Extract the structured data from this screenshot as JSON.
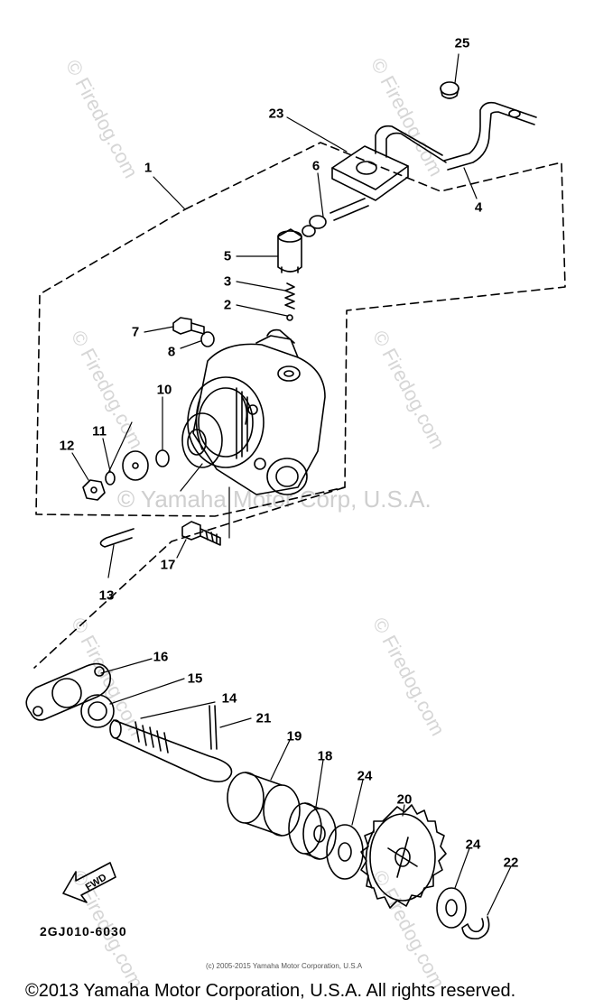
{
  "watermarks": {
    "site": "© Firedog.com",
    "company": "© Yamaha Motor Corp, U.S.A."
  },
  "callouts": [
    {
      "id": "1",
      "label": "1"
    },
    {
      "id": "2",
      "label": "2"
    },
    {
      "id": "3",
      "label": "3"
    },
    {
      "id": "4",
      "label": "4"
    },
    {
      "id": "5",
      "label": "5"
    },
    {
      "id": "6",
      "label": "6"
    },
    {
      "id": "7",
      "label": "7"
    },
    {
      "id": "8",
      "label": "8"
    },
    {
      "id": "10",
      "label": "10"
    },
    {
      "id": "11",
      "label": "11"
    },
    {
      "id": "12",
      "label": "12"
    },
    {
      "id": "13",
      "label": "13"
    },
    {
      "id": "14",
      "label": "14"
    },
    {
      "id": "15",
      "label": "15"
    },
    {
      "id": "16",
      "label": "16"
    },
    {
      "id": "17",
      "label": "17"
    },
    {
      "id": "18",
      "label": "18"
    },
    {
      "id": "19",
      "label": "19"
    },
    {
      "id": "20",
      "label": "20"
    },
    {
      "id": "21",
      "label": "21"
    },
    {
      "id": "22",
      "label": "22"
    },
    {
      "id": "23",
      "label": "23"
    },
    {
      "id": "24a",
      "label": "24"
    },
    {
      "id": "24b",
      "label": "24"
    },
    {
      "id": "25",
      "label": "25"
    }
  ],
  "fwd_label": "FWD",
  "part_code": "2GJ010-6030",
  "small_copyright": "(c) 2005-2015 Yamaha Motor Corporation, U.S.A",
  "copyright": "©2013 Yamaha Motor Corporation, U.S.A. All rights reserved."
}
